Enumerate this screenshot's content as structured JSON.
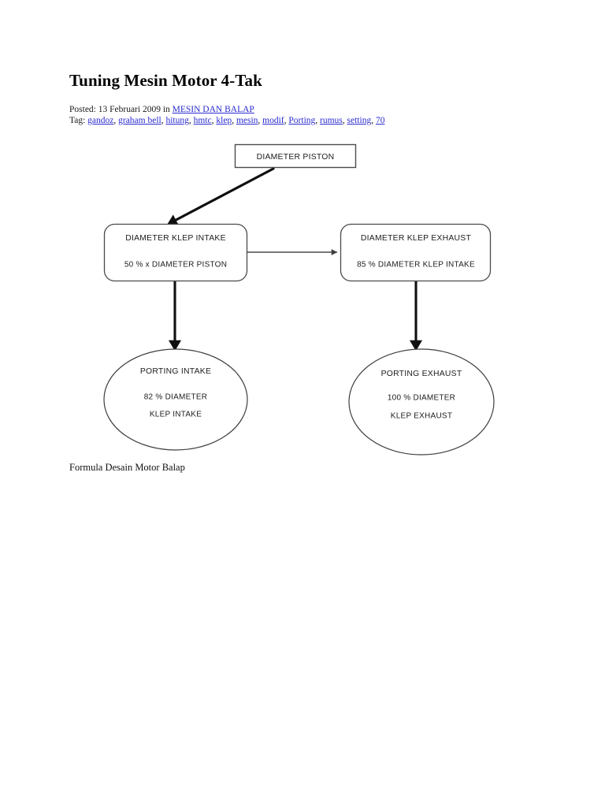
{
  "document": {
    "title": "Tuning Mesin Motor 4-Tak",
    "posted_prefix": "Posted: 13 Februari 2009 in ",
    "category_link": "MESIN DAN BALAP",
    "tag_prefix": "Tag: ",
    "tags": [
      "gandoz",
      "graham bell",
      "hitung",
      "hmtc",
      "klep",
      "mesin",
      "modif",
      "Porting",
      "rumus",
      "setting",
      "70"
    ],
    "tag_separator": ", ",
    "caption": "Formula Desain Motor Balap",
    "link_color": "#2a2ad0",
    "text_color": "#000000",
    "background": "#ffffff"
  },
  "diagram": {
    "title": "Formula Desain Motor Balap",
    "nodes": {
      "piston": {
        "shape": "rectangle",
        "line1": "DIAMETER PISTON"
      },
      "klep_intake": {
        "shape": "rounded-rectangle",
        "line1": "DIAMETER KLEP INTAKE",
        "line2": "50 %  x DIAMETER PISTON"
      },
      "klep_exhaust": {
        "shape": "rounded-rectangle",
        "line1": "DIAMETER KLEP EXHAUST",
        "line2": "85 % DIAMETER KLEP INTAKE"
      },
      "porting_intake": {
        "shape": "ellipse",
        "line1": "PORTING INTAKE",
        "line2": "82 % DIAMETER",
        "line3": "KLEP INTAKE"
      },
      "porting_exhaust": {
        "shape": "ellipse",
        "line1": "PORTING EXHAUST",
        "line2": "100 % DIAMETER",
        "line3": "KLEP EXHAUST"
      }
    },
    "edges": [
      {
        "from": "piston",
        "to": "klep_intake",
        "style": "diagonal-arrow"
      },
      {
        "from": "klep_intake",
        "to": "klep_exhaust",
        "style": "horizontal-arrow"
      },
      {
        "from": "klep_intake",
        "to": "porting_intake",
        "style": "vertical-arrow"
      },
      {
        "from": "klep_exhaust",
        "to": "porting_exhaust",
        "style": "vertical-arrow"
      }
    ]
  }
}
